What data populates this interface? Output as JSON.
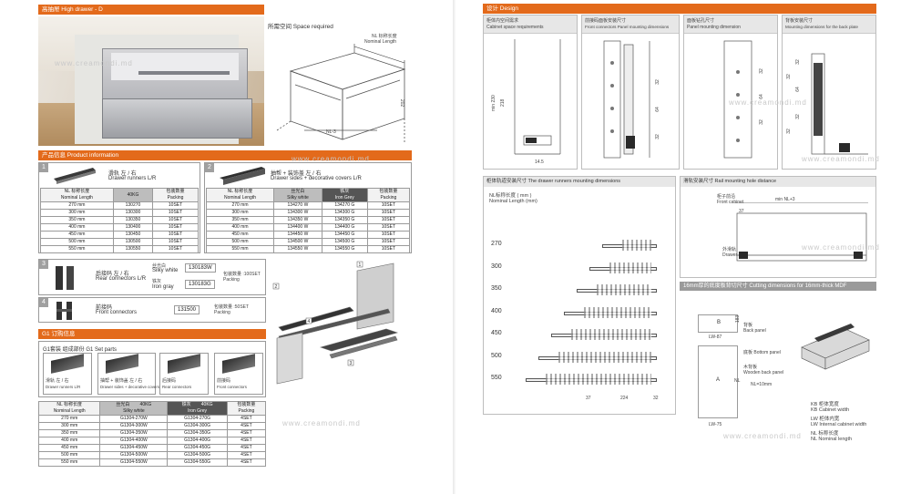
{
  "watermark": "www.creamondi.md",
  "left": {
    "header": "高抽屉 High drawer - D",
    "space_required": {
      "title": "所需空间  Space required",
      "nl_cn": "NL 标称长度",
      "nl_en": "Nominal Length",
      "dim_bottom": "NL-3",
      "dim_side": "202"
    },
    "product_info": "产品信息  Product information",
    "table1": {
      "index": "1",
      "name_cn": "滑轨 左 / 右",
      "name_en": "Drawer runners  L/R",
      "head": [
        "NL 标称长度\nNominal Length",
        "40KG",
        "包装数量\nPacking"
      ],
      "rows": [
        [
          "270 mm",
          "130270",
          "10SET"
        ],
        [
          "300 mm",
          "130300",
          "10SET"
        ],
        [
          "350 mm",
          "130350",
          "10SET"
        ],
        [
          "400 mm",
          "130400",
          "10SET"
        ],
        [
          "450 mm",
          "130450",
          "10SET"
        ],
        [
          "500 mm",
          "130500",
          "10SET"
        ],
        [
          "550 mm",
          "130550",
          "10SET"
        ]
      ]
    },
    "table2": {
      "index": "2",
      "name_cn": "抽帮 + 装饰盖  左 / 右",
      "name_en": "Drawer sides + decorative covers  L/R",
      "head": [
        "NL 标称长度\nNominal Length",
        "丝光白\nSilky white",
        "铁灰\nIron Grey",
        "包装数量\nPacking"
      ],
      "rows": [
        [
          "270 mm",
          "134270 W",
          "134270 G",
          "10SET"
        ],
        [
          "300 mm",
          "134300 W",
          "134300 G",
          "10SET"
        ],
        [
          "350 mm",
          "134350 W",
          "134350 G",
          "10SET"
        ],
        [
          "400 mm",
          "134400 W",
          "134400 G",
          "10SET"
        ],
        [
          "450 mm",
          "134450 W",
          "134450 G",
          "10SET"
        ],
        [
          "500 mm",
          "134500 W",
          "134500 G",
          "10SET"
        ],
        [
          "550 mm",
          "134550 W",
          "134550 G",
          "10SET"
        ]
      ]
    },
    "item3": {
      "index": "3",
      "name_cn": "后接码  左 / 右",
      "name_en": "Rear connectors  L/R",
      "white_cn": "丝光白",
      "white_en": "Silky white",
      "white_code": "130183W",
      "grey_cn": "铁灰",
      "grey_en": "Iron gray",
      "grey_code": "130183G",
      "packing": "包装数量 :100SET\nPacking"
    },
    "item4": {
      "index": "4",
      "name_cn": "前接码",
      "name_en": "Front connectors",
      "code": "131500",
      "packing": "包装数量 :50SET\nPacking"
    },
    "exploded_labels": [
      "1",
      "2",
      "3",
      "4"
    ],
    "g1_header": "G1  订购信息",
    "g1": {
      "title": "G1套装  组成部份  G1 Set parts",
      "parts": [
        {
          "cn": "滑轨  左 / 右",
          "en": "Drawer runners  L/R"
        },
        {
          "cn": "抽帮 + 装饰盖  左 / 右",
          "en": "Drawer sides + decorative covers  L/R"
        },
        {
          "cn": "后接码",
          "en": "Rear connectors"
        },
        {
          "cn": "前接码",
          "en": "Front connectors"
        }
      ],
      "head": [
        "NL 标称长度\nNominal Length",
        "丝光白        40KG\nSilky white",
        "铁灰        40KG\nIron Grey",
        "包装数量\nPacking"
      ],
      "rows": [
        [
          "270 mm",
          "G1304-270W",
          "G1304-270G",
          "4SET"
        ],
        [
          "300 mm",
          "G1304-300W",
          "G1304-300G",
          "4SET"
        ],
        [
          "350 mm",
          "G1304-350W",
          "G1304-350G",
          "4SET"
        ],
        [
          "400 mm",
          "G1304-400W",
          "G1304-400G",
          "4SET"
        ],
        [
          "450 mm",
          "G1304-450W",
          "G1304-450G",
          "4SET"
        ],
        [
          "500 mm",
          "G1304-500W",
          "G1304-500G",
          "4SET"
        ],
        [
          "550 mm",
          "G1304-550W",
          "G1304-550G",
          "4SET"
        ]
      ]
    }
  },
  "right": {
    "header": "设计 Design",
    "panels": {
      "cabinet": {
        "cn": "柜体内空间需求",
        "en": "Cabinet space requirements",
        "dims": [
          "min 230",
          "218",
          "14.5"
        ]
      },
      "front": {
        "cn": "前接码面板安装尺寸",
        "en": "Front connectors Panel mounting dimensions",
        "dims": [
          "32",
          "64",
          "32"
        ]
      },
      "panel": {
        "cn": "面板钻孔尺寸",
        "en": "Panel mounting dimension",
        "dims": [
          "32",
          "64",
          "32"
        ]
      },
      "back": {
        "cn": "背板安装尺寸",
        "en": "Mounting dimensions for the back plate",
        "dims": [
          "32",
          "64",
          "32",
          "32",
          "32"
        ]
      }
    },
    "runners": {
      "cn": "柜体轨道安装尺寸",
      "en": "The drawer runners mounting dimensions",
      "nl_label": "NL标称长度 ( mm )\nNominal Length (mm)",
      "lengths": [
        "270",
        "300",
        "350",
        "400",
        "450",
        "500",
        "550"
      ],
      "bottom_dims": [
        "37",
        "224",
        "32"
      ]
    },
    "rail": {
      "cn": "滑轨安装尺寸",
      "en": "Rail mounting hole distance",
      "front_cabinet": "柜子前沿\nFront cabinet",
      "min_nl": "min NL+3",
      "dim37": "37",
      "drawer": "外滑轨\nDrawer"
    },
    "cutting": {
      "cn": "16mm厚的底度板背切尺寸",
      "en": "Cutting dimensions for 16mm-thick MDF",
      "b": "B",
      "back_panel": "背板\nBack panel",
      "lw87": "LW-87",
      "dim183": "183",
      "a": "A",
      "bottom_panel": "底板 Bottom panel",
      "wooden_back": "木背板\nWooden back panel",
      "nl10": "NL=10mm",
      "nl": "NL",
      "lw75": "LW-75",
      "legend": [
        "KB    柜体宽度",
        "KB Cabinet width",
        "LW    柜体内宽",
        "LW Internal cabinet width",
        "NL    标称长度",
        "NL Nominal length"
      ]
    }
  }
}
